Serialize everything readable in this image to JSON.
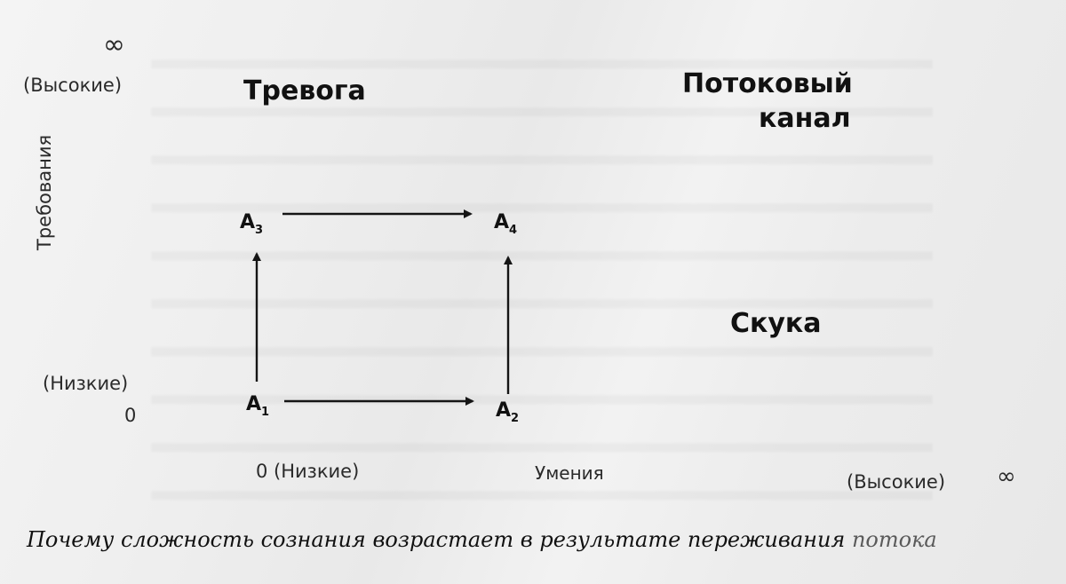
{
  "diagram": {
    "y_axis": {
      "infinity": "∞",
      "high_label": "(Высокие)",
      "title": "Требования",
      "low_label": "(Низкие)",
      "zero": "0"
    },
    "x_axis": {
      "zero_label": "0 (Низкие)",
      "title": "Умения",
      "high_label": "(Высокие)",
      "infinity": "∞"
    },
    "zones": {
      "anxiety": "Тревога",
      "flow_line1": "Потоковый",
      "flow_line2": "канал",
      "boredom": "Скука"
    },
    "nodes": {
      "a1": {
        "letter": "A",
        "sub": "1"
      },
      "a2": {
        "letter": "A",
        "sub": "2"
      },
      "a3": {
        "letter": "A",
        "sub": "3"
      },
      "a4": {
        "letter": "A",
        "sub": "4"
      }
    }
  },
  "caption": {
    "main": "Почему сложность сознания возрастает в результате переживания",
    "tail": "потока"
  }
}
